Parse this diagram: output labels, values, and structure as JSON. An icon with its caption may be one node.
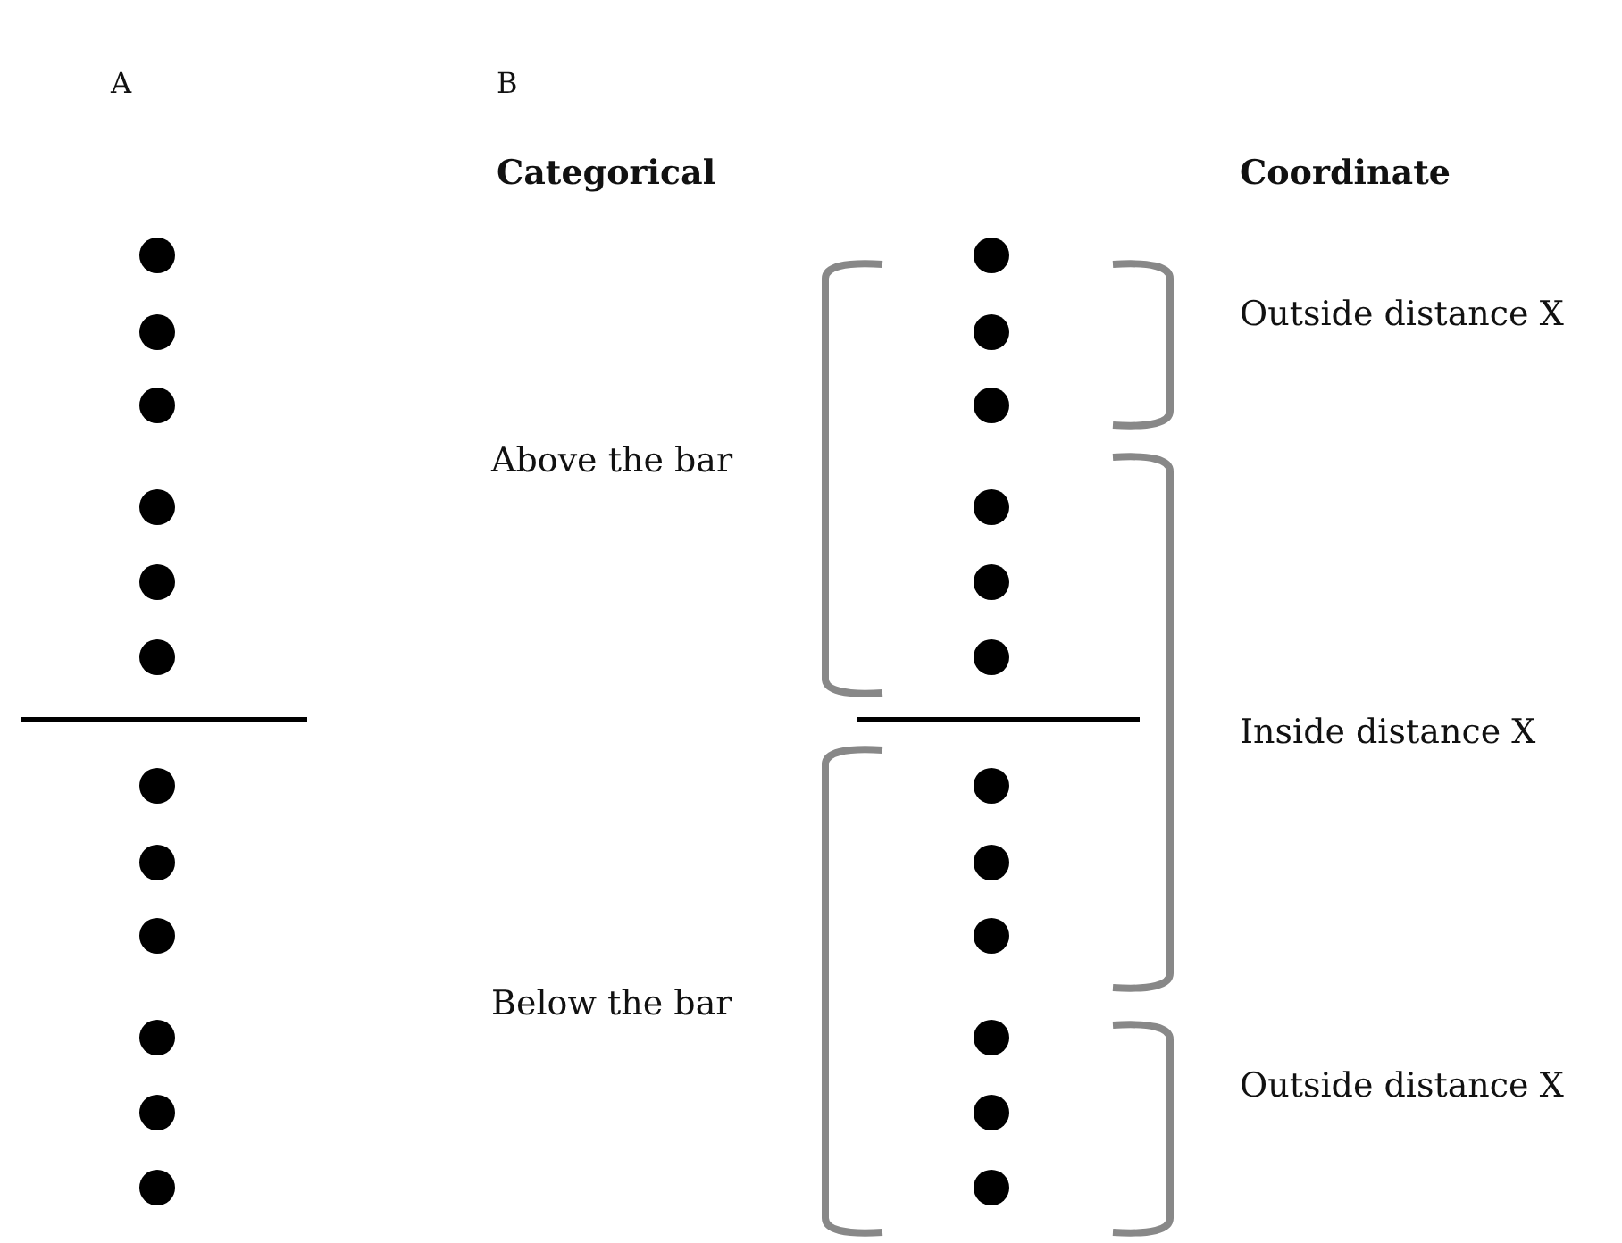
{
  "diagram": {
    "labels": [
      "A",
      "B",
      "Categorical",
      "Coordinate",
      "Above the bar",
      "Below the bar",
      "Outside distance X",
      "Inside distance X",
      "Outside distance X"
    ]
  }
}
